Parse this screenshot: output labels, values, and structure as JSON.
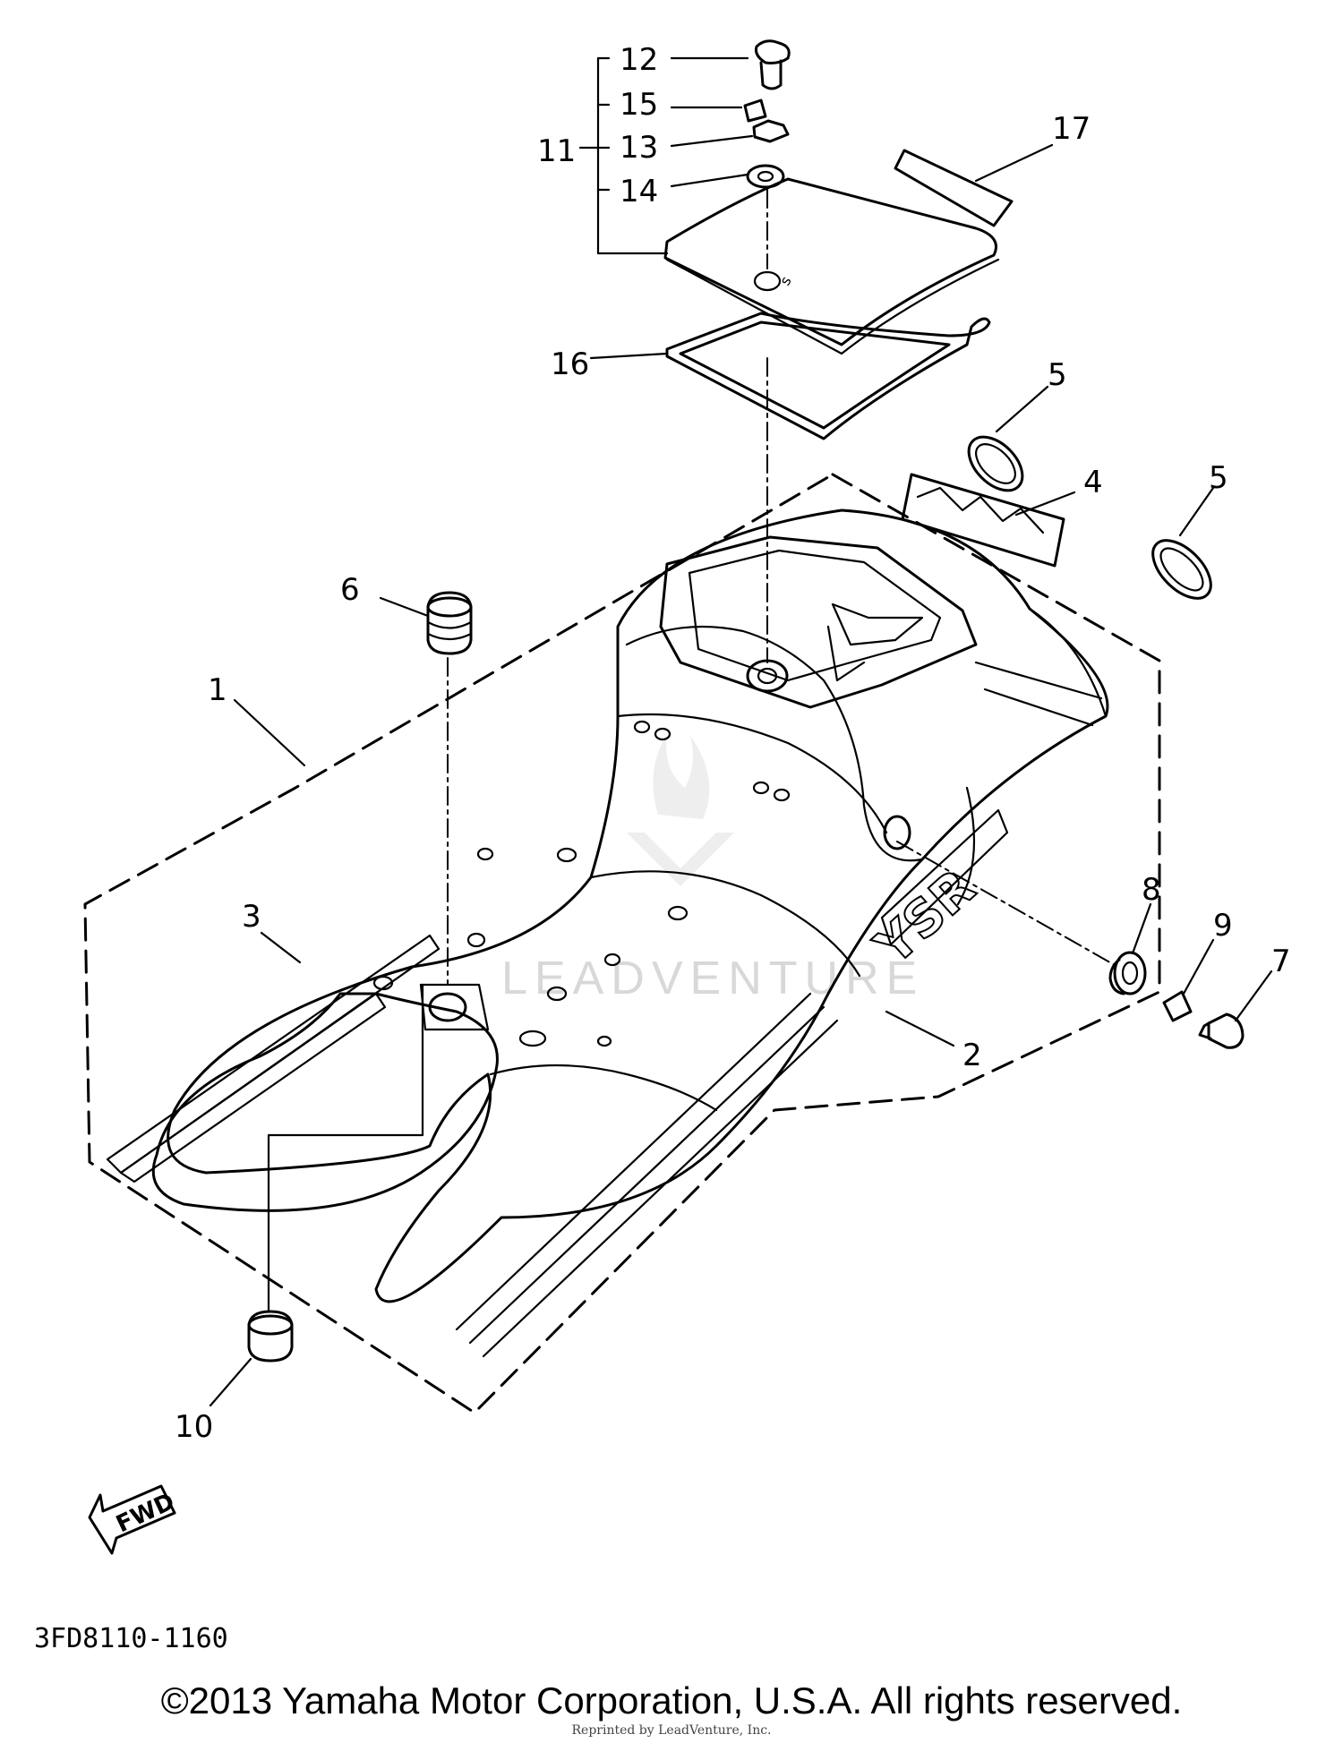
{
  "callouts": [
    {
      "id": "c1",
      "label": "1"
    },
    {
      "id": "c2",
      "label": "2"
    },
    {
      "id": "c3",
      "label": "3"
    },
    {
      "id": "c4",
      "label": "4"
    },
    {
      "id": "c5a",
      "label": "5"
    },
    {
      "id": "c5b",
      "label": "5"
    },
    {
      "id": "c6",
      "label": "6"
    },
    {
      "id": "c7",
      "label": "7"
    },
    {
      "id": "c8",
      "label": "8"
    },
    {
      "id": "c9",
      "label": "9"
    },
    {
      "id": "c10",
      "label": "10"
    },
    {
      "id": "c11",
      "label": "11"
    },
    {
      "id": "c12",
      "label": "12"
    },
    {
      "id": "c13",
      "label": "13"
    },
    {
      "id": "c14",
      "label": "14"
    },
    {
      "id": "c15",
      "label": "15"
    },
    {
      "id": "c16",
      "label": "16"
    },
    {
      "id": "c17",
      "label": "17"
    }
  ],
  "fwd_label": "FWD",
  "decal_text": "YSR",
  "diagram_code": "3FD8110-1160",
  "watermark": "LEADVENTURE",
  "copyright": "©2013 Yamaha Motor Corporation, U.S.A. All rights reserved.",
  "reprint_note": "Reprinted by LeadVenture, Inc."
}
